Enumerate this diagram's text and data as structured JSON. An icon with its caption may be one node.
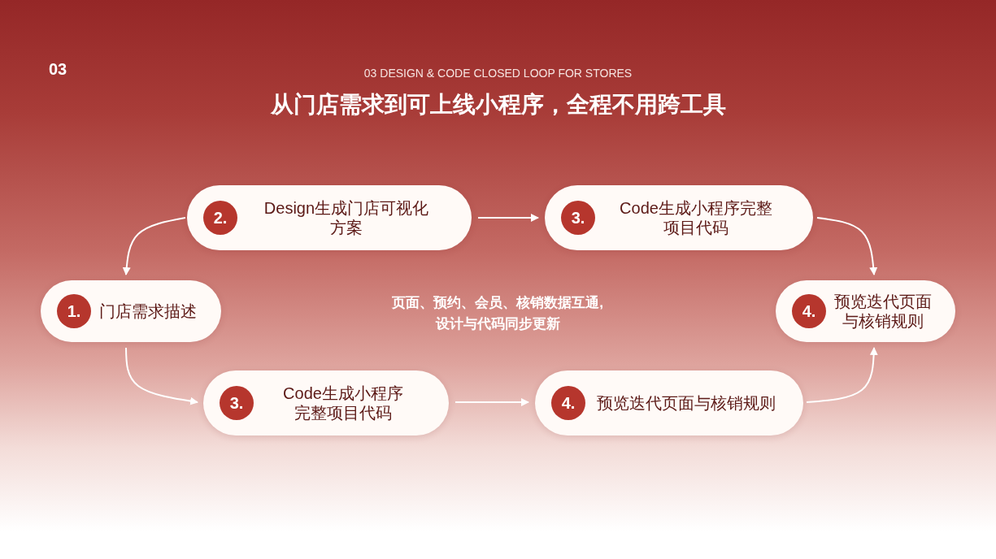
{
  "diagram": {
    "title": "从门店需求到可上线小程序，全程不用跨工具",
    "nodes": [
      {
        "text": [
          "2.",
          "Design生成门店可视化方案"
        ]
      },
      {
        "text": [
          "3.",
          "Code生成小程序完整项目代码"
        ]
      },
      {
        "text": [
          "1.",
          "门店需求描述"
        ]
      },
      {
        "text": [
          "4.",
          "预览迭代页面与核销规则"
        ]
      },
      {
        "text": [
          "3.",
          "Code生成小程序完整项目代码"
        ]
      },
      {
        "text": [
          "4.",
          "预览迭代页面与核销规则"
        ]
      }
    ],
    "edges": [
      {
        "from": 0,
        "to": 2,
        "arrow": "to"
      },
      {
        "from": 2,
        "to": 4,
        "arrow": "to"
      },
      {
        "from": 0,
        "to": 1,
        "arrow": "to"
      },
      {
        "from": 1,
        "to": 3,
        "arrow": "to"
      },
      {
        "from": 4,
        "to": 5,
        "arrow": "to"
      },
      {
        "from": 5,
        "to": 3,
        "arrow": "to"
      }
    ],
    "labels": [
      "03",
      "03 DESIGN & CODE CLOSED LOOP FOR STORES",
      "页面、预约、会员、核销数据互通,设计与代码同步更新"
    ]
  }
}
